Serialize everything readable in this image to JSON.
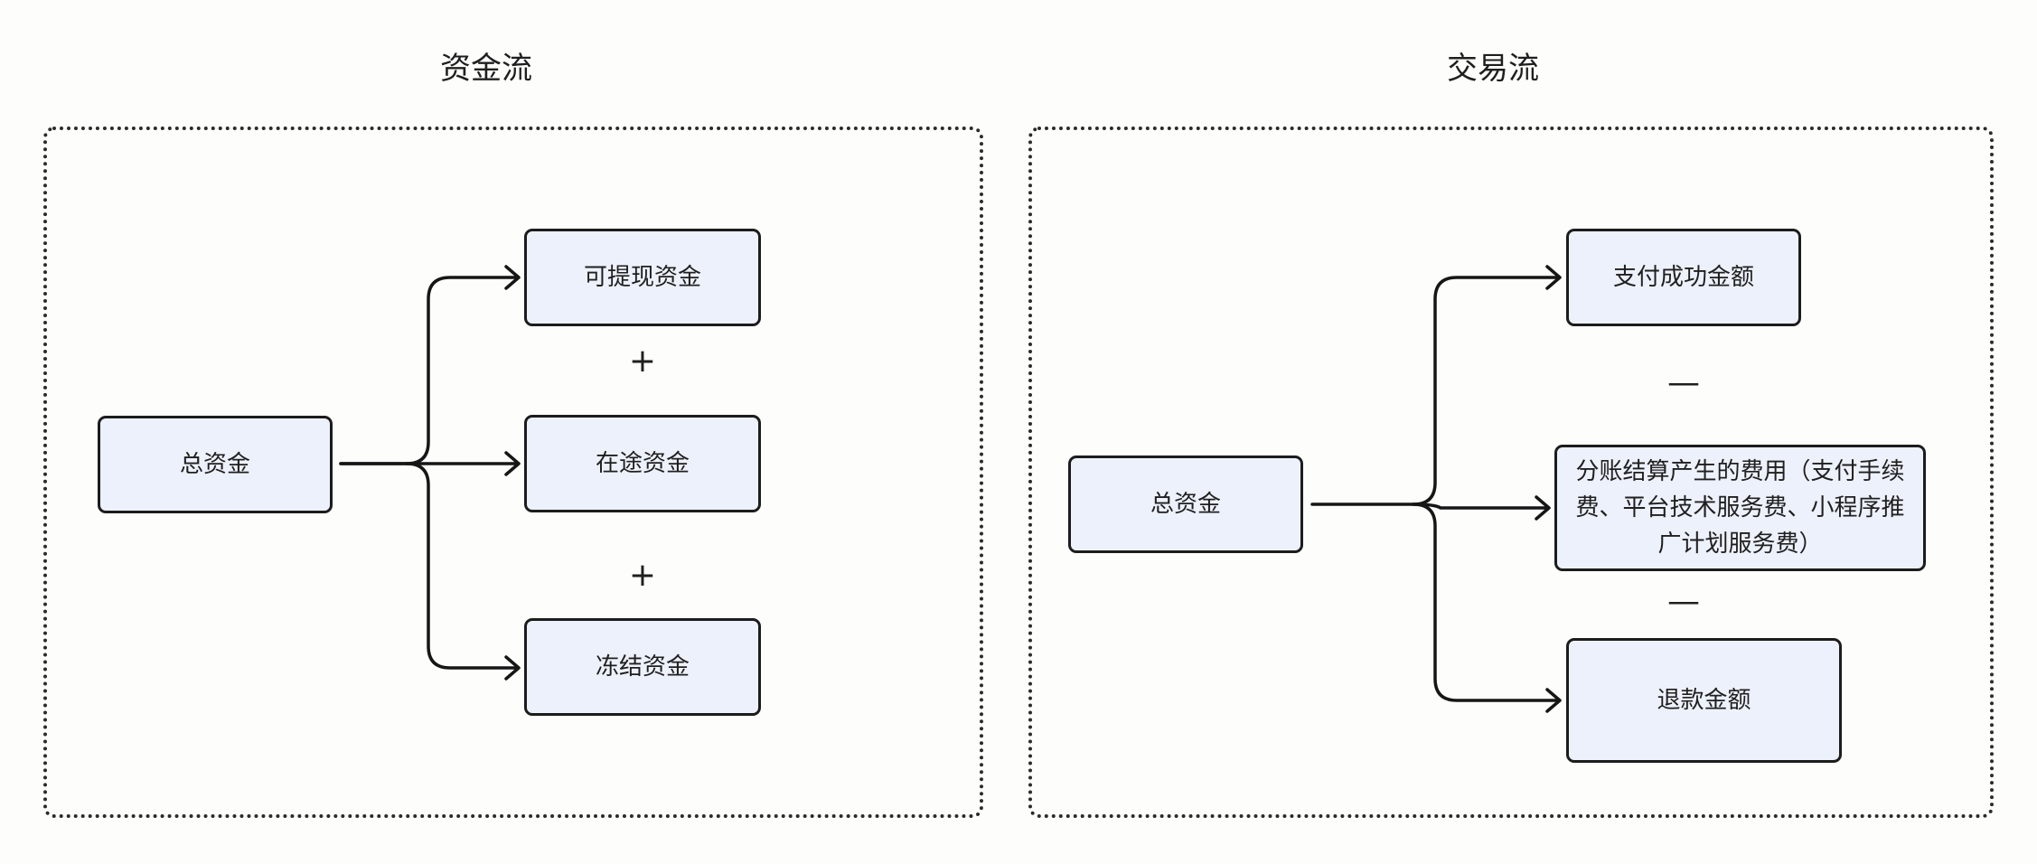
{
  "left_panel": {
    "title": "资金流",
    "source": "总资金",
    "targets": [
      "可提现资金",
      "在途资金",
      "冻结资金"
    ],
    "operators": [
      "+",
      "+"
    ]
  },
  "right_panel": {
    "title": "交易流",
    "source": "总资金",
    "targets": [
      "支付成功金额",
      "分账结算产生的费用（支付手续费、平台技术服务费、小程序推广计划服务费）",
      "退款金额"
    ],
    "operators": [
      "—",
      "—"
    ]
  }
}
